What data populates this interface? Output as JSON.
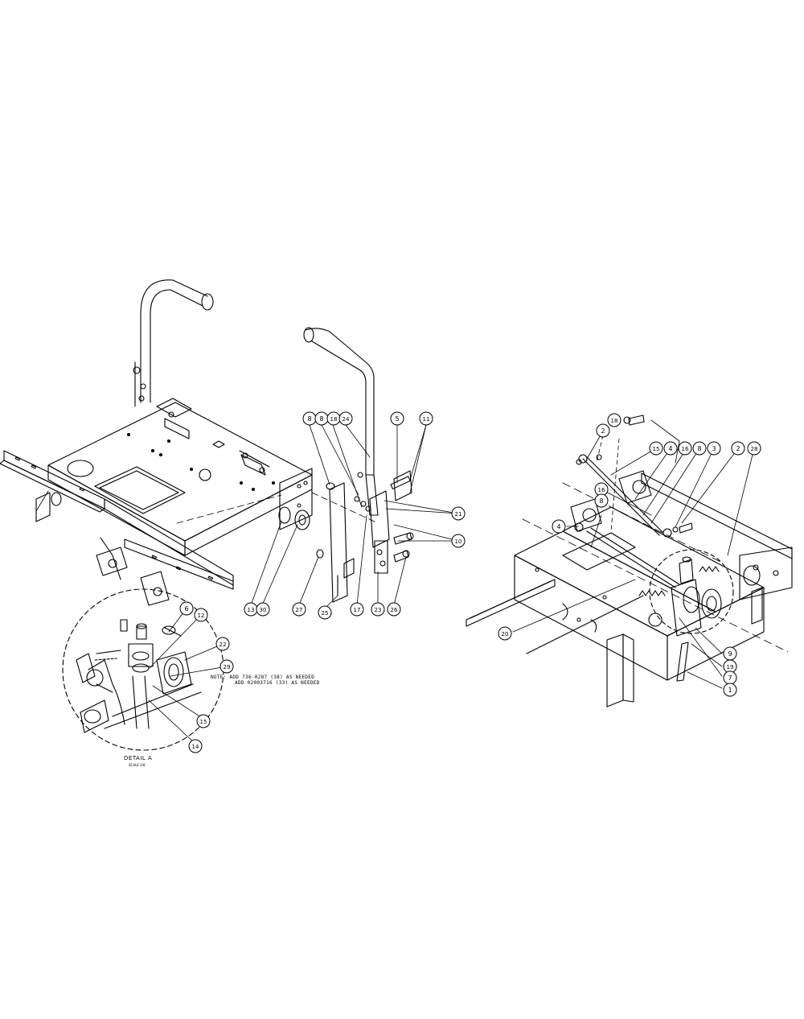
{
  "diagram": {
    "note_line1": "NOTE: ADD 736-0287 (38) AS NEEDED",
    "note_line2": "ADD 02003716 (33) AS NEEDED",
    "detail_label": "DETAIL A",
    "detail_scale": "SCALE 1/8",
    "callouts": {
      "left": [
        "8",
        "8",
        "18",
        "24",
        "5",
        "11",
        "21",
        "10",
        "13",
        "30",
        "27",
        "25",
        "17",
        "23",
        "26"
      ],
      "detail": [
        "6",
        "12",
        "22",
        "29",
        "15",
        "14"
      ],
      "right": [
        "18",
        "2",
        "15",
        "4",
        "16",
        "8",
        "3",
        "2",
        "28",
        "16",
        "8",
        "4",
        "20",
        "9",
        "19",
        "7",
        "1"
      ]
    }
  }
}
